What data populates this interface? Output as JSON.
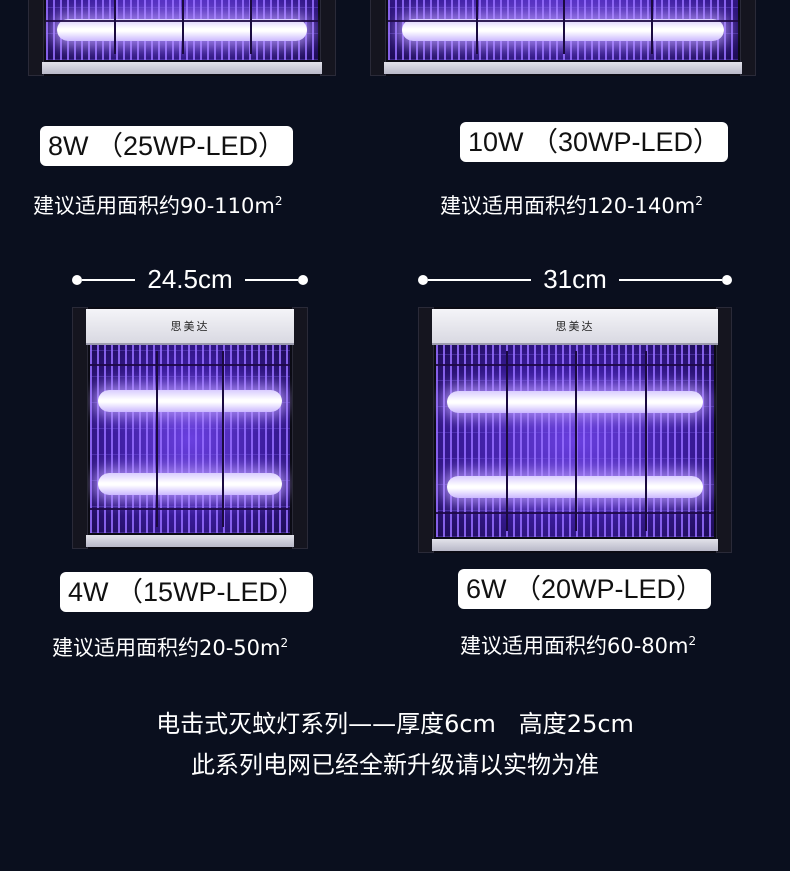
{
  "products": [
    {
      "power_label": "8W （25WP-LED）",
      "area_prefix": "建议适用面积约90-110m",
      "area_sup": "2"
    },
    {
      "power_label": "10W （30WP-LED）",
      "area_prefix": "建议适用面积约120-140m",
      "area_sup": "2"
    },
    {
      "power_label": "4W （15WP-LED）",
      "area_prefix": "建议适用面积约20-50m",
      "area_sup": "2"
    },
    {
      "power_label": "6W （20WP-LED）",
      "area_prefix": "建议适用面积约60-80m",
      "area_sup": "2"
    }
  ],
  "dimensions": {
    "small_width": "24.5cm",
    "large_width": "31cm"
  },
  "brand": "思美达",
  "footer": {
    "line1": "电击式灭蚊灯系列——厚度6cm   高度25cm",
    "line2": "此系列电网已经全新升级请以实物为准"
  },
  "colors": {
    "background": "#0a0f1e",
    "glow": "#6a40e0",
    "label_bg": "#ffffff"
  }
}
